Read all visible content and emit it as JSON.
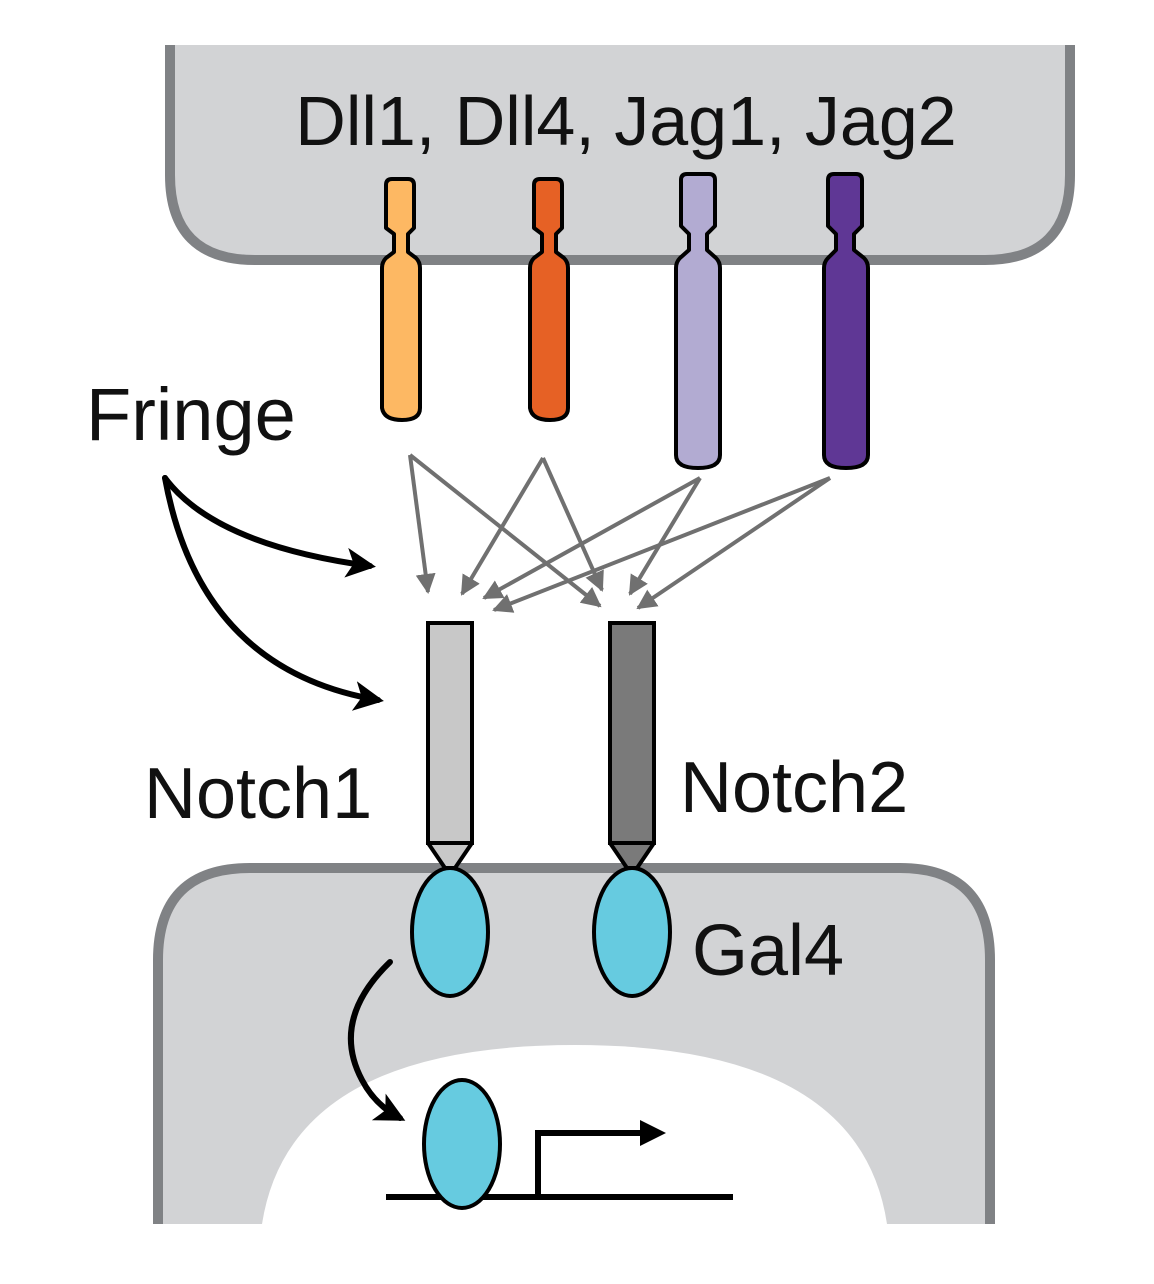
{
  "ligands_label": "Dll1, Dll4, Jag1, Jag2",
  "modifier_label": "Fringe",
  "receivers": [
    {
      "label": "Notch1",
      "color": "#c8c8c8"
    },
    {
      "label": "Notch2",
      "color": "#7a7a7a"
    }
  ],
  "reporter_label": "Gal4",
  "ligand_colors": [
    "#fdb863",
    "#e66125",
    "#b2abd2",
    "#5f3795"
  ],
  "gal4_color": "#66cbe0",
  "cell_color": "#d2d3d5",
  "cell_border": "#808285"
}
